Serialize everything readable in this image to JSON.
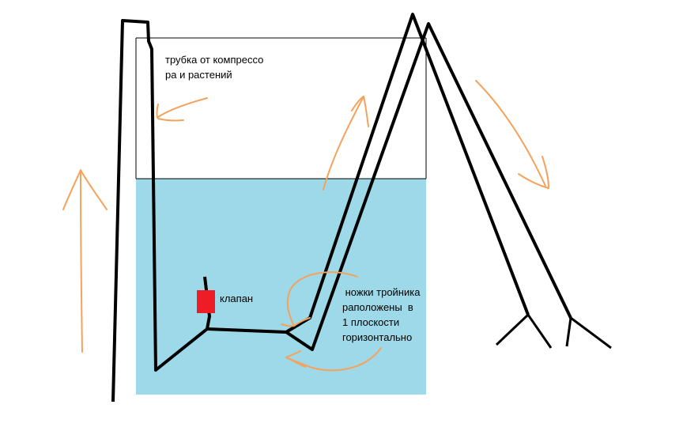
{
  "labels": {
    "tube": [
      "трубка от компрессо",
      "ра и растений"
    ],
    "valve": "клапан",
    "tee": [
      " ножки тройника",
      "раположены  в",
      "1 плоскости",
      "горизонтально"
    ]
  },
  "colors": {
    "water": "#9dd9e8",
    "line": "#000000",
    "arrow": "#f5a25d",
    "valve": "#ee1c24"
  }
}
